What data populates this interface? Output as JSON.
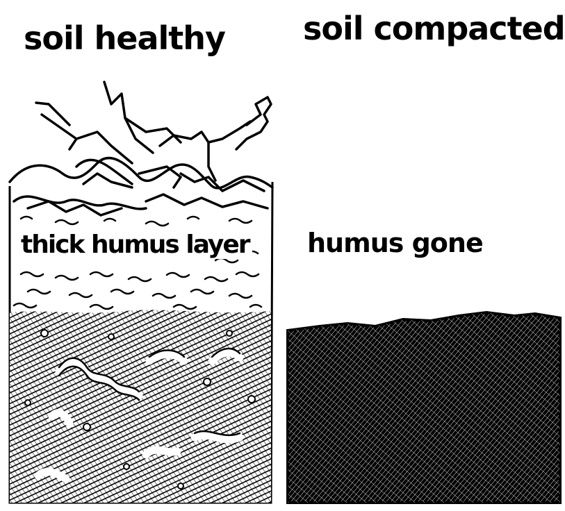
{
  "diagram": {
    "left_panel": {
      "title": "soil healthy",
      "layer_label": "thick humus layer"
    },
    "right_panel": {
      "title": "soil compacted",
      "layer_label": "humus gone"
    }
  },
  "colors": {
    "ink": "#000000",
    "paper": "#ffffff"
  }
}
